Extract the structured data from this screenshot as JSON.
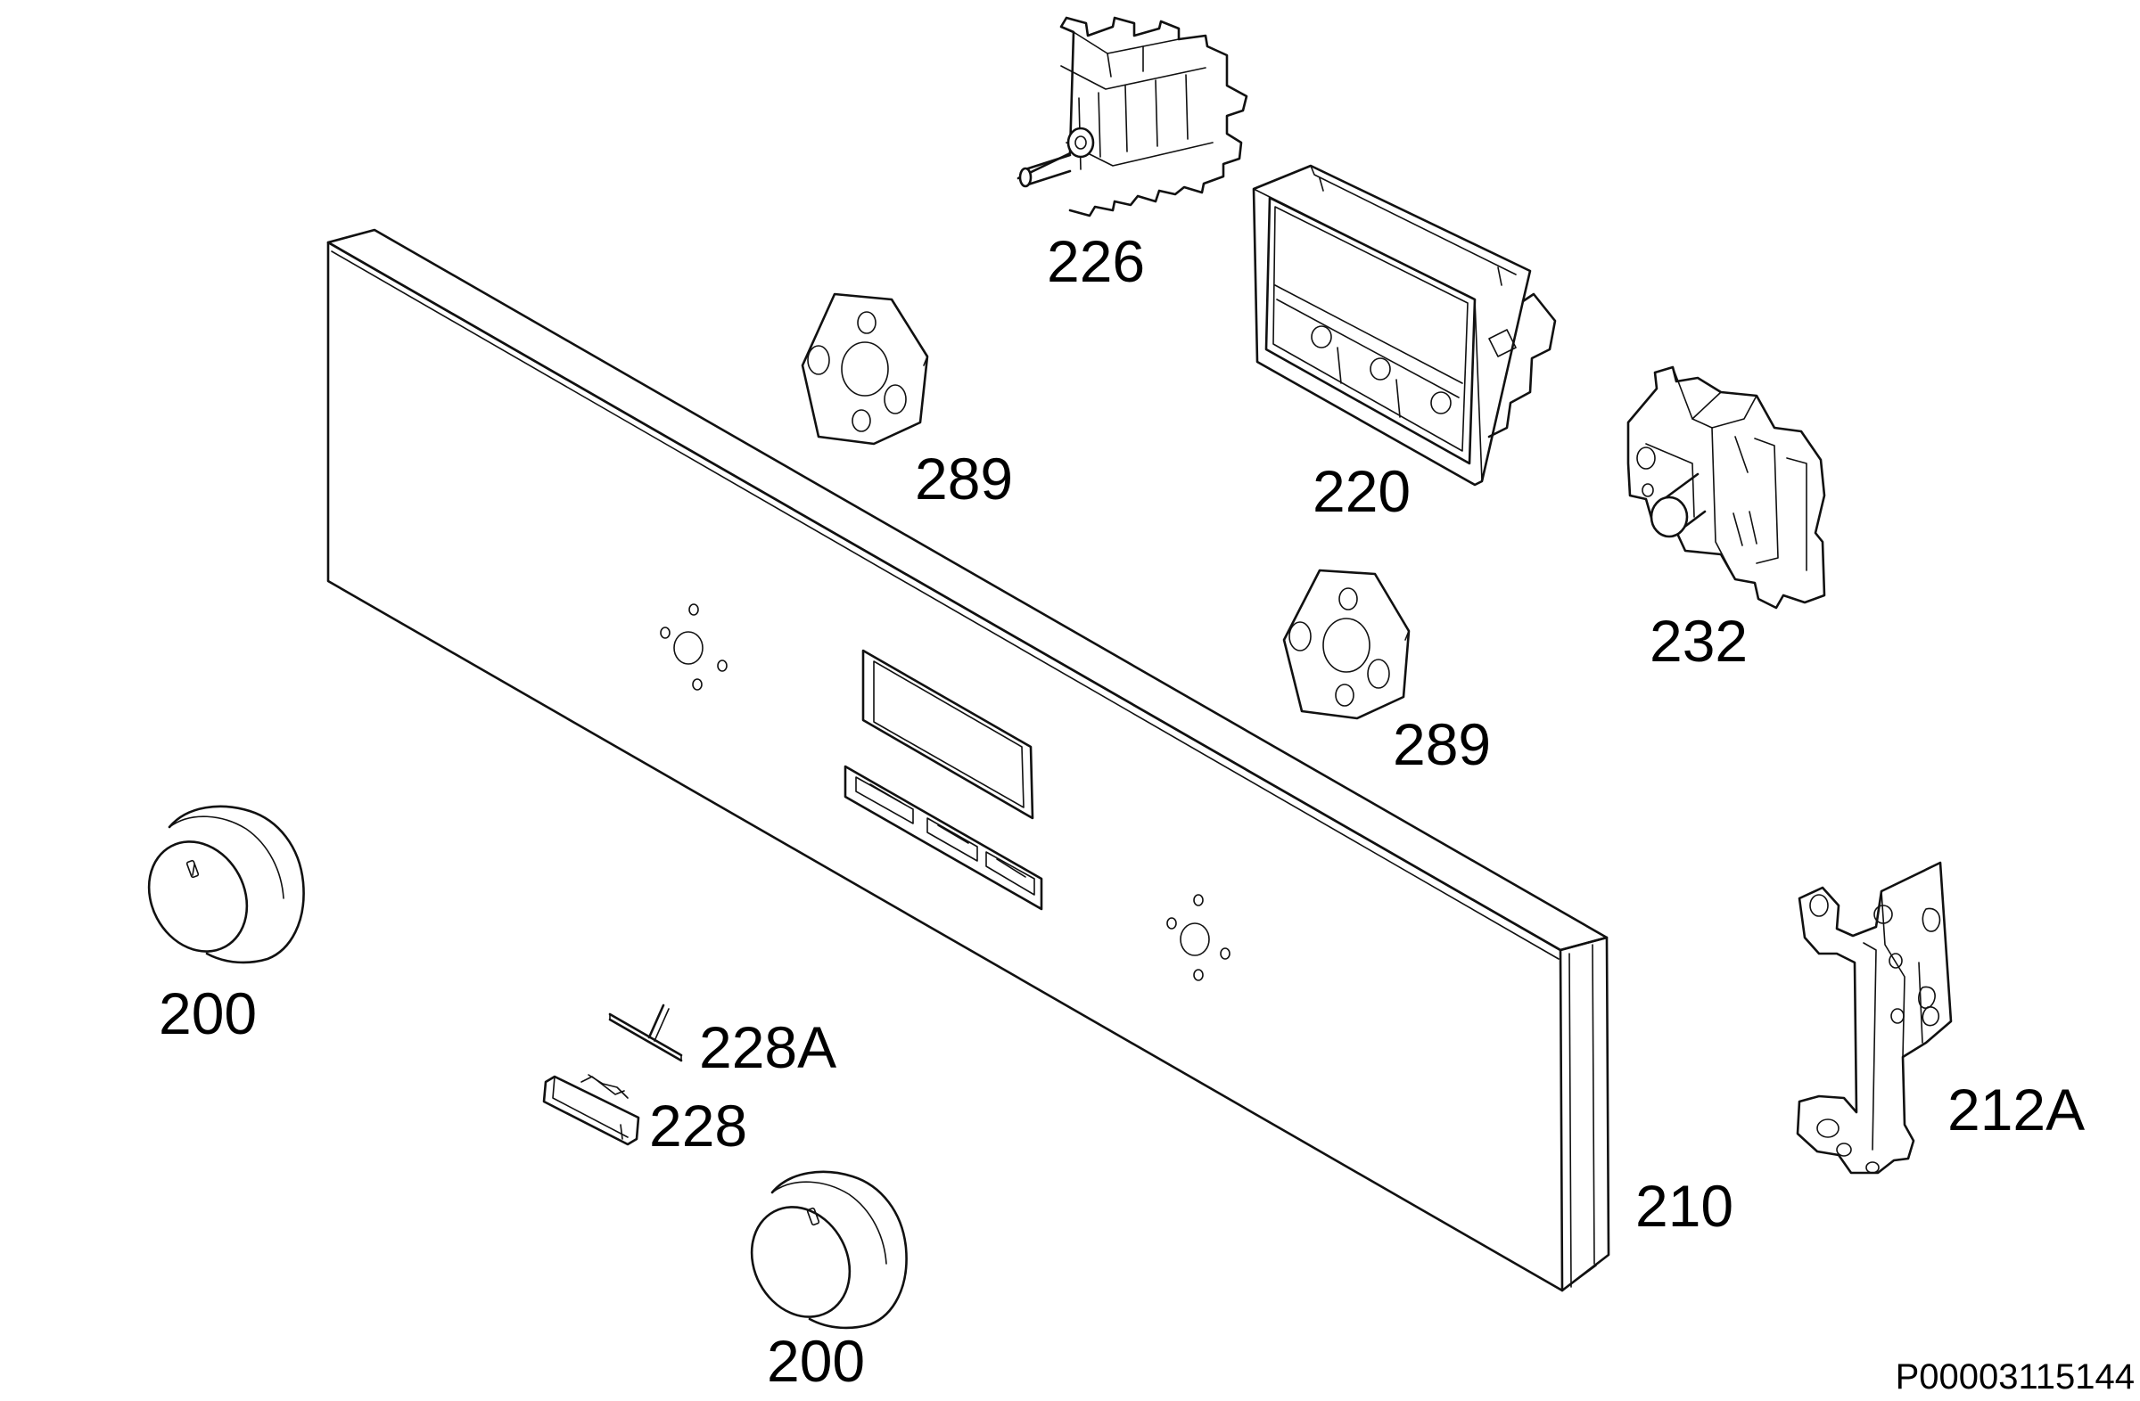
{
  "labels": {
    "l226": "226",
    "l220": "220",
    "l289a": "289",
    "l289b": "289",
    "l232": "232",
    "l200a": "200",
    "l200b": "200",
    "l228a": "228A",
    "l228": "228",
    "l210": "210",
    "l212a": "212A"
  },
  "drawing_code": "P00003115144"
}
